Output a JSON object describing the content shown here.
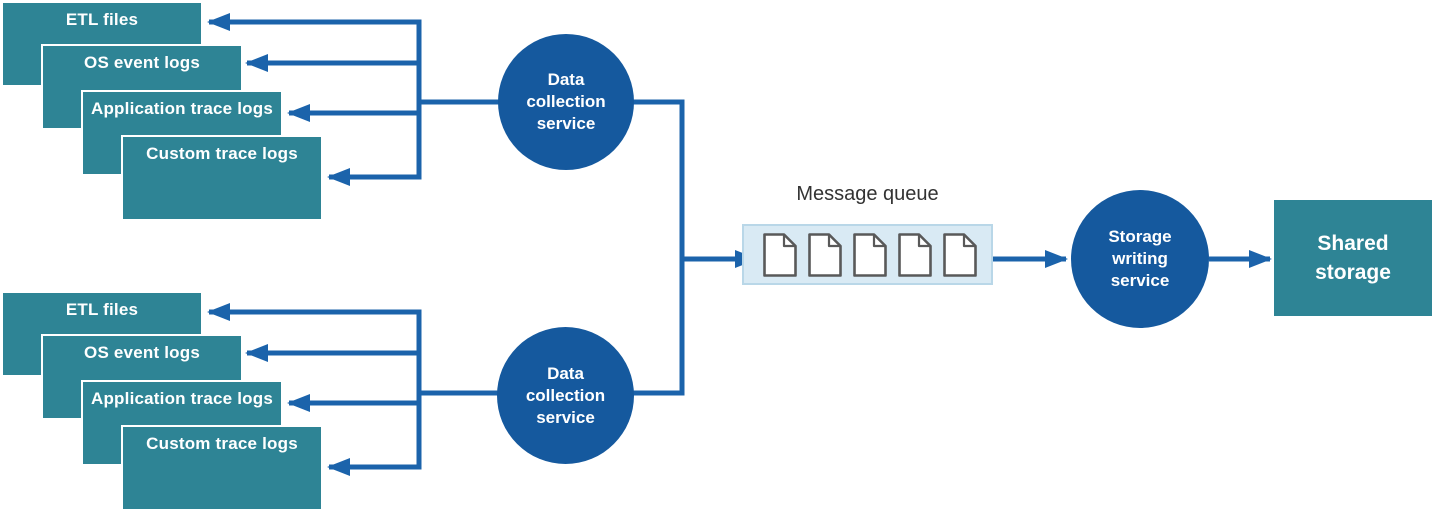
{
  "groups": [
    {
      "boxes": [
        "ETL files",
        "OS event logs",
        "Application trace logs",
        "Custom trace logs"
      ],
      "service_lines": [
        "Data",
        "collection",
        "service"
      ]
    },
    {
      "boxes": [
        "ETL files",
        "OS event logs",
        "Application trace logs",
        "Custom trace logs"
      ],
      "service_lines": [
        "Data",
        "collection",
        "service"
      ]
    }
  ],
  "message_queue": {
    "label": "Message queue",
    "document_count": 5
  },
  "storage_writing_service": {
    "lines": [
      "Storage",
      "writing",
      "service"
    ]
  },
  "shared_storage": {
    "lines": [
      "Shared",
      "storage"
    ]
  },
  "colors": {
    "source_box_teal": "#2E8495",
    "service_circle_blue": "#15599E",
    "connector_blue": "#1B63AB",
    "queue_fill": "#D9EAF4",
    "queue_border": "#B9D7E8",
    "document_outline": "#595959",
    "queue_label_text": "#333333",
    "node_text": "#FFFFFF"
  }
}
